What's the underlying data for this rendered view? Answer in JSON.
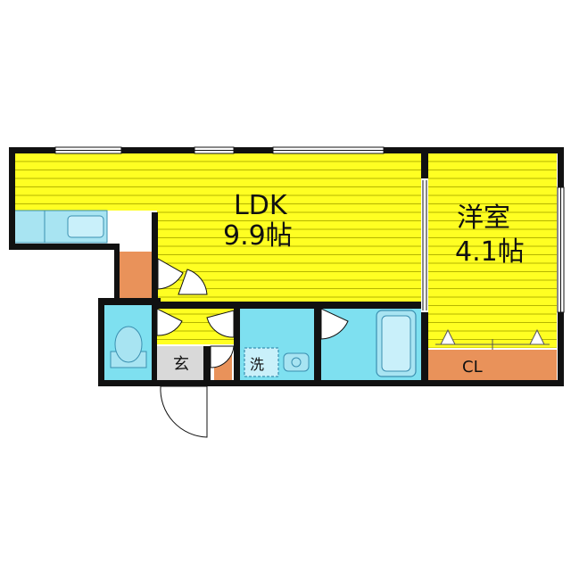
{
  "floorplan": {
    "rooms": {
      "ldk": {
        "name": "LDK",
        "area": "9.9帖"
      },
      "western": {
        "name": "洋室",
        "area": "4.1帖"
      },
      "closet": {
        "name": "CL"
      },
      "entrance": {
        "name": "玄"
      },
      "washer": {
        "name": "洗"
      }
    },
    "colors": {
      "wall": "#111111",
      "floor_yellow": "#ffff22",
      "stripe": "#b5b500",
      "wet_area": "#7ee0f0",
      "storage": "#e9925a",
      "entrance_floor": "#d9d9d9",
      "fixture": "#a8e4f2"
    }
  }
}
